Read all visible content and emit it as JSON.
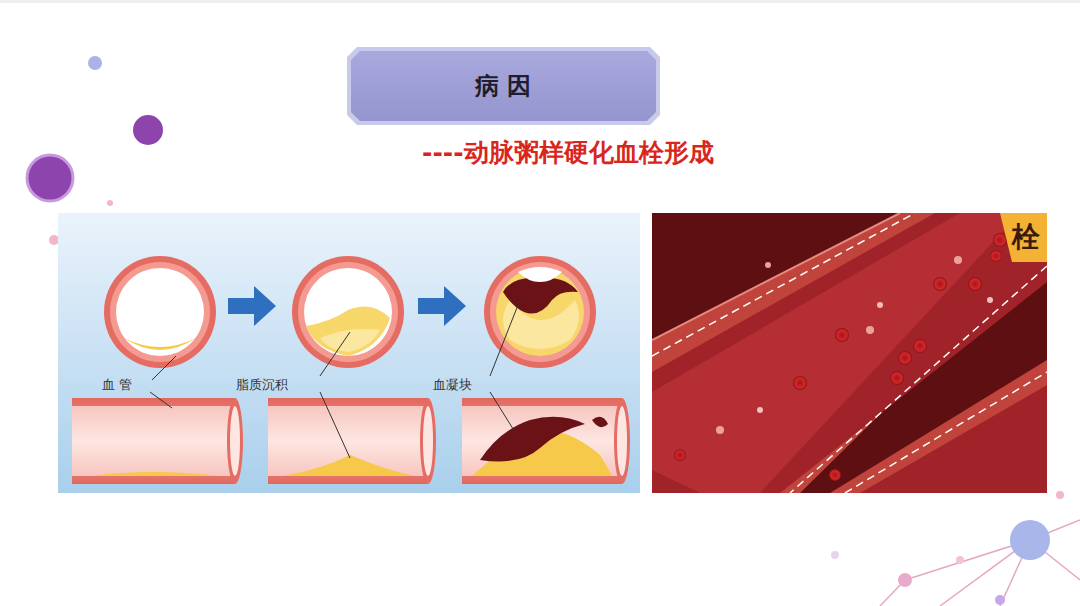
{
  "diagram": {
    "title": "病 因",
    "labels": [
      "----动脉粥样硬化血栓形成",
      "血 管",
      "脂质沉积",
      "血凝块",
      "栓"
    ]
  }
}
